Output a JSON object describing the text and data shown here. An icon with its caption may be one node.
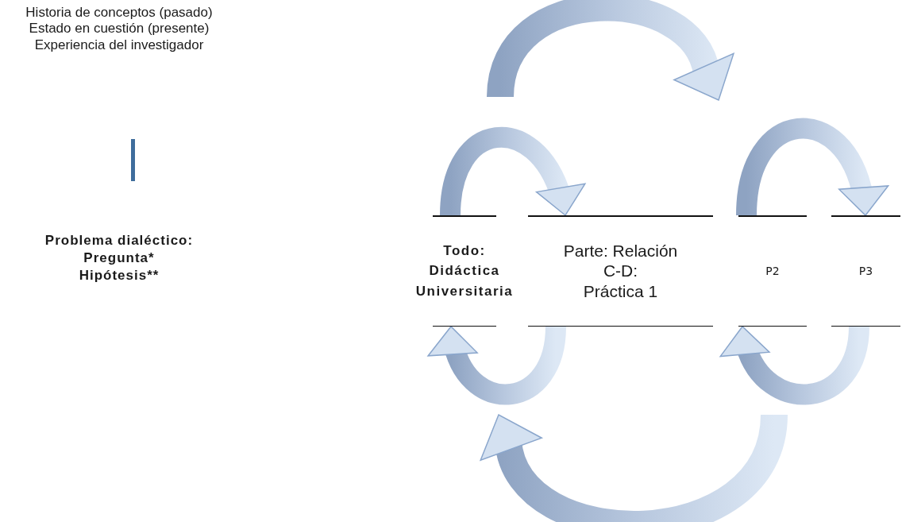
{
  "diagram": {
    "nodes": [
      {
        "text": [
          "Historia de conceptos (pasado)",
          "Estado en cuestión (presente)",
          "Experiencia del investigador"
        ]
      },
      {
        "text": [
          "Problema dialéctico:",
          "Pregunta*",
          "Hipótesis**"
        ]
      },
      {
        "text": [
          "Todo:",
          "Didáctica Universitaria"
        ]
      },
      {
        "text": [
          "Parte: Relación C-D:",
          "Práctica 1"
        ]
      },
      {
        "text": [
          "P2"
        ]
      },
      {
        "text": [
          "P3"
        ]
      }
    ],
    "edges": [
      {
        "from": 2,
        "to": 3,
        "arrow": "to"
      },
      {
        "from": 4,
        "to": 5,
        "arrow": "to"
      },
      {
        "from": 3,
        "to": 2,
        "arrow": "to"
      },
      {
        "from": 5,
        "to": 4,
        "arrow": "to"
      }
    ]
  }
}
